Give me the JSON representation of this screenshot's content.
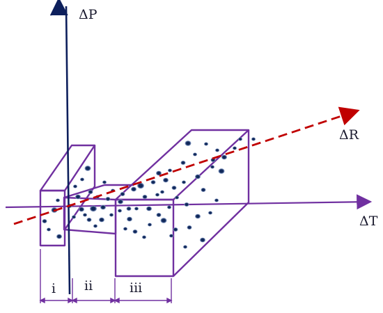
{
  "axes": {
    "pressure_label": "ΔP",
    "temperature_label": "ΔT",
    "resistance_label": "ΔR"
  },
  "sections": [
    {
      "label": "i"
    },
    {
      "label": "ii"
    },
    {
      "label": "iii"
    }
  ],
  "colors": {
    "box_outline": "#7030a0",
    "pressure_axis": "#0d1f5c",
    "temperature_axis": "#7030a0",
    "resistance_axis": "#c00000",
    "particle_fill": "#10285a",
    "particle_glow": "#9fb3d9"
  }
}
